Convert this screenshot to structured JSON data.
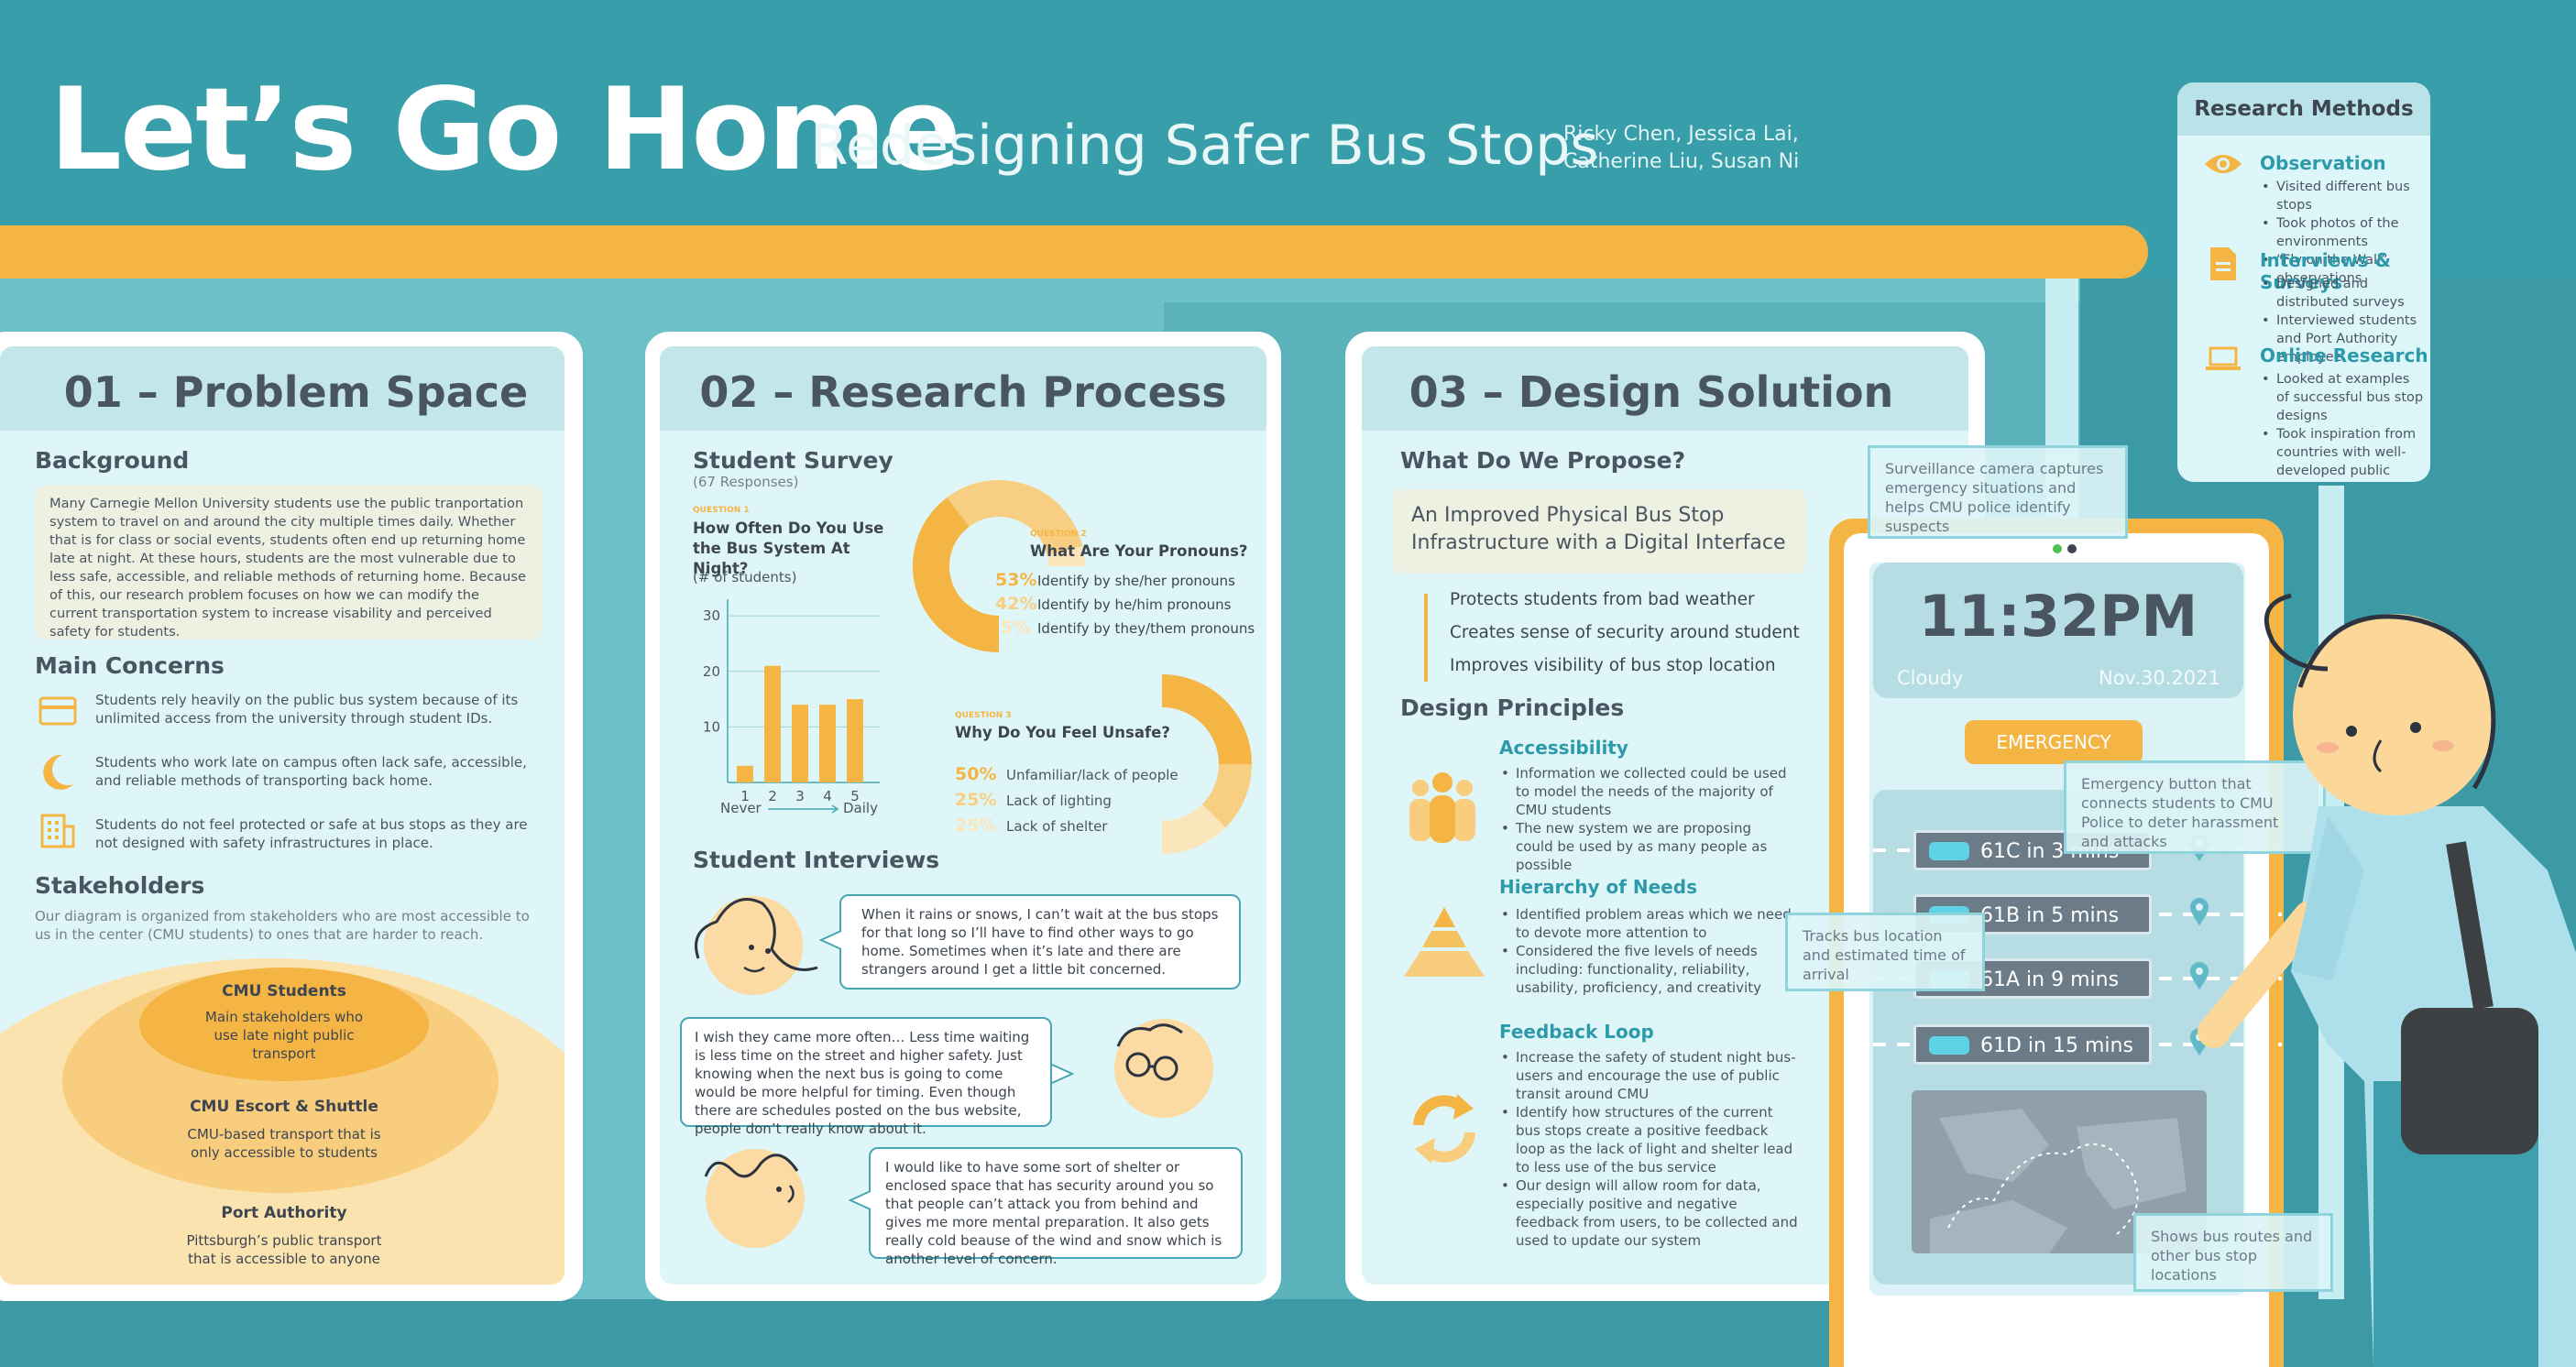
{
  "header": {
    "title": "Let’s Go Home",
    "subtitle": "Redesigning Safer Bus Stops",
    "authors_line1": "Ricky Chen, Jessica Lai,",
    "authors_line2": "Catherine Liu, Susan Ni"
  },
  "methods": {
    "title": "Research Methods",
    "items": [
      {
        "icon": "eye-icon",
        "title": "Observation",
        "bullets": [
          "Visited different bus stops",
          "Took photos of the environments",
          "“Fly on the Wall” observations"
        ]
      },
      {
        "icon": "document-icon",
        "title": "Interviews & Surveys",
        "bullets": [
          "Designed and distributed surveys",
          "Interviewed students and Port Authority employee"
        ]
      },
      {
        "icon": "laptop-icon",
        "title": "Online Research",
        "bullets": [
          "Looked at examples of successful bus stop designs",
          "Took inspiration from countries with well-developed public transportation systems"
        ]
      }
    ]
  },
  "problem": {
    "heading": "01 – Problem Space",
    "background_title": "Background",
    "background_text": "Many Carnegie Mellon University students use the public tranportation system to travel on and around the city multiple times daily. Whether that is for class or social events, students often end up returning home late at night. At these hours, students are the most vulnerable due to less safe, accessible, and reliable methods of returning home. Because of this, our research problem focuses on how we can modify the current transportation system to increase visability and perceived safety for students.",
    "concerns_title": "Main Concerns",
    "concerns": [
      {
        "icon": "id-card-icon",
        "text": "Students rely heavily on the public bus system because of its unlimited access from the university through student IDs."
      },
      {
        "icon": "moon-icon",
        "text": "Students who work late on campus often lack safe, accessible, and reliable methods of transporting back home."
      },
      {
        "icon": "building-icon",
        "text": "Students do not feel protected or safe at bus stops as they are not designed with safety infrastructures in place."
      }
    ],
    "stakeholders_title": "Stakeholders",
    "stakeholders_text": "Our diagram is organized from stakeholders who are most accessible to us in the center (CMU students) to ones that are harder to reach.",
    "rings": [
      {
        "name": "CMU Students",
        "desc": "Main stakeholders who use late night public transport"
      },
      {
        "name": "CMU Escort & Shuttle",
        "desc": "CMU-based transport that is only accessible to students"
      },
      {
        "name": "Port Authority",
        "desc": "Pittsburgh’s public transport that is accessible to anyone"
      }
    ]
  },
  "research": {
    "heading": "02 – Research Process",
    "survey_title": "Student Survey",
    "survey_sub": "(67 Responses)",
    "q1_tag": "QUESTION 1",
    "q1_title": "How Often Do You Use the Bus System At Night?",
    "q1_ylabel": "(# of students)",
    "q1_xleft": "Never",
    "q1_xright": "Daily",
    "q2_tag": "QUESTION 2",
    "q2_title": "What Are Your Pronouns?",
    "q3_tag": "QUESTION 3",
    "q3_title": "Why Do You Feel Unsafe?",
    "interviews_title": "Student Interviews",
    "quotes": [
      "When it rains or snows, I can’t wait at the bus stops for that long so I’ll have to find other ways to go home. Sometimes when it’s late and there are strangers around I get a little bit concerned.",
      "I wish they came more often… Less time waiting is less time on the street and higher safety. Just knowing when the next bus is going to come would be more helpful for timing. Even though there are schedules posted on the bus website, people don’t really know about it.",
      "I would like to have some sort of shelter or enclosed space that has security around you so that people can’t attack you from behind and gives me more mental preparation. It also gets really cold beause of the wind and snow which is another level of concern."
    ]
  },
  "chart_data": [
    {
      "type": "bar",
      "title": "How Often Do You Use the Bus System At Night?",
      "ylabel": "(# of students)",
      "xlabel": "",
      "categories": [
        "1",
        "2",
        "3",
        "4",
        "5"
      ],
      "values": [
        3,
        21,
        14,
        14,
        15
      ],
      "ylim": [
        0,
        33
      ],
      "yticks": [
        10,
        20,
        30
      ],
      "grid": true
    },
    {
      "type": "pie",
      "title": "What Are Your Pronouns?",
      "labels": [
        "Identify by she/her pronouns",
        "Identify by he/him pronouns",
        "Identify by they/them pronouns"
      ],
      "values": [
        53,
        42,
        5
      ],
      "display": [
        "53%",
        "42%",
        "5%"
      ],
      "colors": [
        "#f4b544",
        "#f8ce82",
        "#fbe5bb"
      ]
    },
    {
      "type": "pie",
      "title": "Why Do You Feel Unsafe?",
      "labels": [
        "Unfamiliar/lack of people",
        "Lack of lighting",
        "Lack of shelter"
      ],
      "values": [
        50,
        25,
        25
      ],
      "display": [
        "50%",
        "25%",
        "25%"
      ],
      "colors": [
        "#f4b544",
        "#f8ce82",
        "#fbe5bb"
      ]
    }
  ],
  "design": {
    "heading": "03 – Design Solution",
    "propose_title": "What Do We Propose?",
    "propose_box": "An Improved Physical Bus Stop Infrastructure with a Digital Interface",
    "benefits": [
      "Protects students from bad weather",
      "Creates sense of security around student",
      "Improves visibility of bus stop location"
    ],
    "principles_title": "Design Principles",
    "principles": [
      {
        "icon": "people-icon",
        "title": "Accessibility",
        "bullets": [
          "Information we collected could be used to model the needs of the majority of CMU students",
          "The new system we are proposing could be used by as many people as possible"
        ]
      },
      {
        "icon": "pyramid-icon",
        "title": "Hierarchy of Needs",
        "bullets": [
          "Identified problem areas which we need to devote more attention to",
          "Considered the five levels of needs including: functionality, reliability, usability, proficiency, and creativity"
        ]
      },
      {
        "icon": "refresh-loop-icon",
        "title": "Feedback Loop",
        "bullets": [
          "Increase the safety of student night bus-users and encourage the use of public transit around CMU",
          "Identify how structures of the current bus stops create a positive feedback loop as the lack of light and shelter lead to less use of the bus service",
          "Our design will allow room for data, especially positive and negative feedback from users, to be collected and used to update our system"
        ]
      }
    ]
  },
  "kiosk": {
    "time": "11:32PM",
    "weather": "Cloudy",
    "date": "Nov.30.2021",
    "emergency": "EMERGENCY",
    "buses": [
      "61C in 3 mins",
      "61B in 5 mins",
      "61A in 9 mins",
      "61D in 15 mins"
    ],
    "callouts": {
      "camera": "Surveillance camera captures emergency situations and helps CMU police identify suspects",
      "emergency": "Emergency button that connects students to CMU Police to deter harassment and attacks",
      "arrival": "Tracks bus location and estimated time of arrival",
      "map": "Shows bus routes and other bus stop locations"
    }
  }
}
